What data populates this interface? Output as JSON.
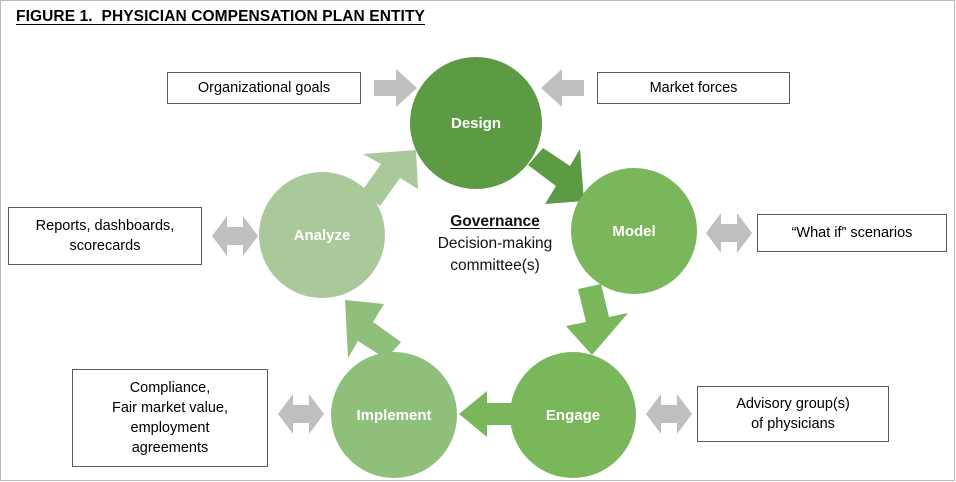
{
  "figure": {
    "title": "FIGURE 1.  PHYSICIAN COMPENSATION PLAN ENTITY"
  },
  "center": {
    "heading": "Governance",
    "line1": "Decision-making",
    "line2": "committee(s)"
  },
  "cycle": {
    "nodes": [
      {
        "id": "design",
        "label": "Design",
        "color": "#5c9a43"
      },
      {
        "id": "model",
        "label": "Model",
        "color": "#79b75a"
      },
      {
        "id": "engage",
        "label": "Engage",
        "color": "#79b75a"
      },
      {
        "id": "implement",
        "label": "Implement",
        "color": "#8ec07c"
      },
      {
        "id": "analyze",
        "label": "Analyze",
        "color": "#a9c99a"
      }
    ],
    "flow_arrows": [
      {
        "id": "design-to-model",
        "from": "Design",
        "to": "Model",
        "direction": "down-right",
        "color": "#5c9a43"
      },
      {
        "id": "model-to-engage",
        "from": "Model",
        "to": "Engage",
        "direction": "down-left",
        "color": "#79b75a"
      },
      {
        "id": "engage-to-implement",
        "from": "Engage",
        "to": "Implement",
        "direction": "left",
        "color": "#79b75a"
      },
      {
        "id": "implement-to-analyze",
        "from": "Implement",
        "to": "Analyze",
        "direction": "up-left",
        "color": "#8ec07c"
      },
      {
        "id": "analyze-to-design",
        "from": "Analyze",
        "to": "Design",
        "direction": "up-right",
        "color": "#a9c99a"
      }
    ]
  },
  "labels": {
    "organizational_goals": "Organizational goals",
    "market_forces": "Market forces",
    "reports_line1": "Reports, dashboards,",
    "reports_line2": "scorecards",
    "what_if": "“What if” scenarios",
    "compliance_line1": "Compliance,",
    "compliance_line2": "Fair market value,",
    "compliance_line3": "employment",
    "compliance_line4": "agreements",
    "advisory_line1": "Advisory group(s)",
    "advisory_line2": "of physicians"
  },
  "connector_arrows": [
    {
      "id": "org-goals-to-design",
      "type": "arrow-right",
      "color": "#bfbfbf"
    },
    {
      "id": "market-to-design",
      "type": "arrow-left",
      "color": "#bfbfbf"
    },
    {
      "id": "reports-analyze",
      "type": "arrow-bidirectional",
      "color": "#bfbfbf"
    },
    {
      "id": "model-whatif",
      "type": "arrow-bidirectional",
      "color": "#bfbfbf"
    },
    {
      "id": "compliance-implement",
      "type": "arrow-bidirectional",
      "color": "#bfbfbf"
    },
    {
      "id": "engage-advisory",
      "type": "arrow-bidirectional",
      "color": "#bfbfbf"
    }
  ],
  "colors": {
    "dark_green": "#5c9a43",
    "medium_green": "#79b75a",
    "mid_green": "#8ec07c",
    "light_green": "#a9c99a",
    "gray_arrow": "#bfbfbf",
    "box_border": "#595959"
  }
}
